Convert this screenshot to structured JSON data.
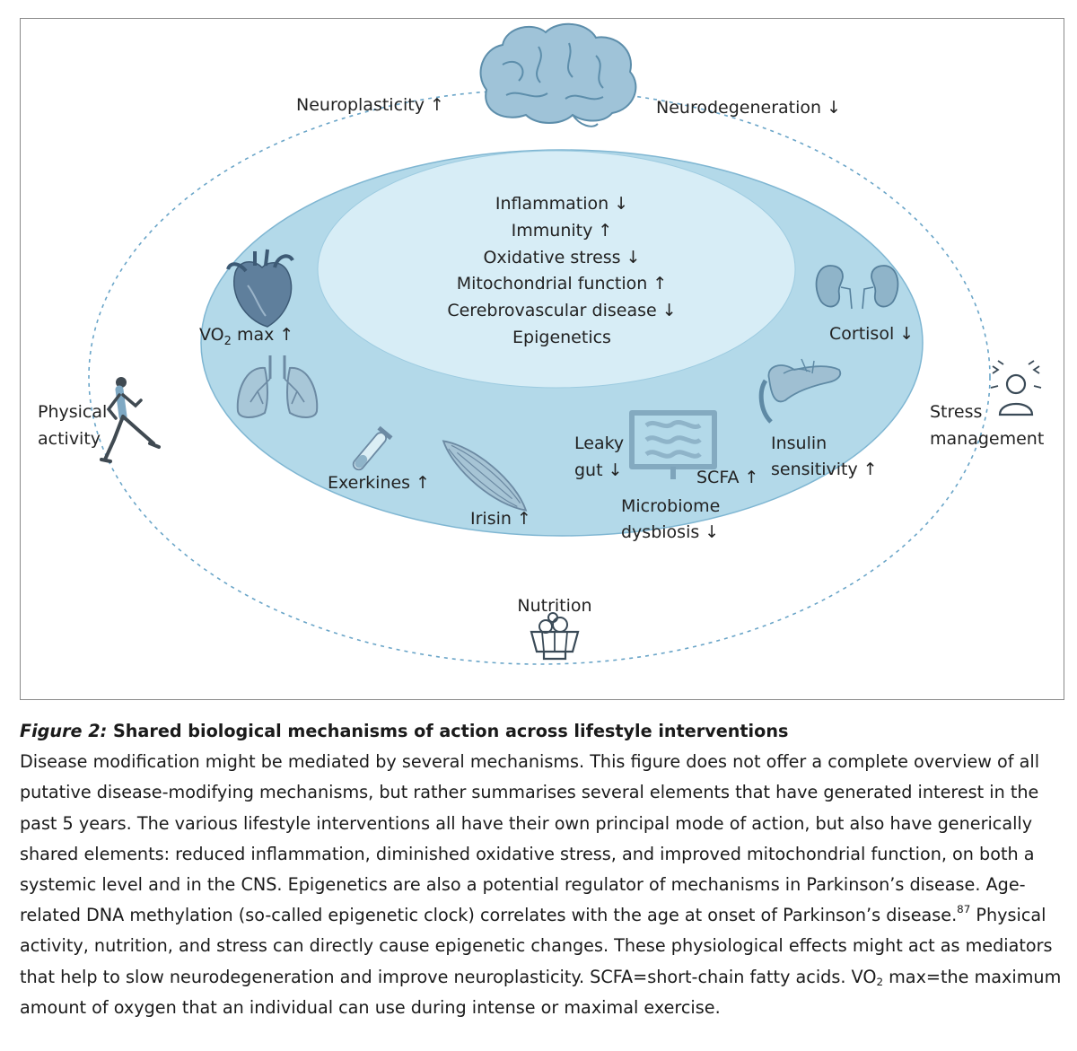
{
  "diagram": {
    "top_labels": {
      "neuroplasticity": "Neuroplasticity ↑",
      "neurodegeneration": "Neurodegeneration ↓"
    },
    "shared_mechanisms": [
      "Inflammation ↓",
      "Immunity ↑",
      "Oxidative stress ↓",
      "Mitochondrial function ↑",
      "Cerebrovascular disease ↓",
      "Epigenetics"
    ],
    "inner_labels": {
      "vo2_prefix": "VO",
      "vo2_sub": "2",
      "vo2_suffix": " max ↑",
      "cortisol": "Cortisol ↓",
      "exerkines": "Exerkines ↑",
      "irisin": "Irisin ↑",
      "leaky_gut_line1": "Leaky",
      "leaky_gut_line2": "gut ↓",
      "scfa": "SCFA ↑",
      "microbiome_line1": "Microbiome",
      "microbiome_line2": "dysbiosis ↓",
      "insulin_line1": "Insulin",
      "insulin_line2": "sensitivity ↑"
    },
    "interventions": {
      "physical_line1": "Physical",
      "physical_line2": "activity",
      "stress_line1": "Stress",
      "stress_line2": "management",
      "nutrition": "Nutrition"
    },
    "icons": [
      "brain-icon",
      "heart-icon",
      "lungs-icon",
      "kidneys-icon",
      "pancreas-icon",
      "test-tube-icon",
      "muscle-icon",
      "intestine-icon",
      "runner-icon",
      "stressed-person-icon",
      "food-bowl-icon"
    ],
    "colors": {
      "outer_dashed": "#6aa5c8",
      "inner_fill": "#b3d9e9",
      "core_fill": "#d7edf6"
    }
  },
  "caption": {
    "figure_label": "Figure 2:",
    "title": " Shared biological mechanisms of action across lifestyle interventions",
    "body_part1": "Disease modification might be mediated by several mechanisms. This figure does not offer a complete overview of all putative disease-modifying mechanisms, but rather summarises several elements that have generated interest in the past 5 years. The various lifestyle interventions all have their own principal mode of action, but also have generically shared elements: reduced inflammation, diminished oxidative stress, and improved mitochondrial function, on both a systemic level and in the CNS. Epigenetics are also a potential regulator of mechanisms in Parkinson’s disease. Age-related DNA methylation (so-called epigenetic clock) correlates with the age at onset of Parkinson’s disease.",
    "ref_number": "87",
    "body_part2": " Physical activity, nutrition, and stress can directly cause epigenetic changes. These physiological effects might act as mediators that help to slow neurodegeneration and improve neuroplasticity. SCFA=short-chain fatty acids. VO",
    "vo2_sub": "2",
    "body_part3": " max=the maximum amount of oxygen that an individual can use during intense or maximal exercise."
  }
}
